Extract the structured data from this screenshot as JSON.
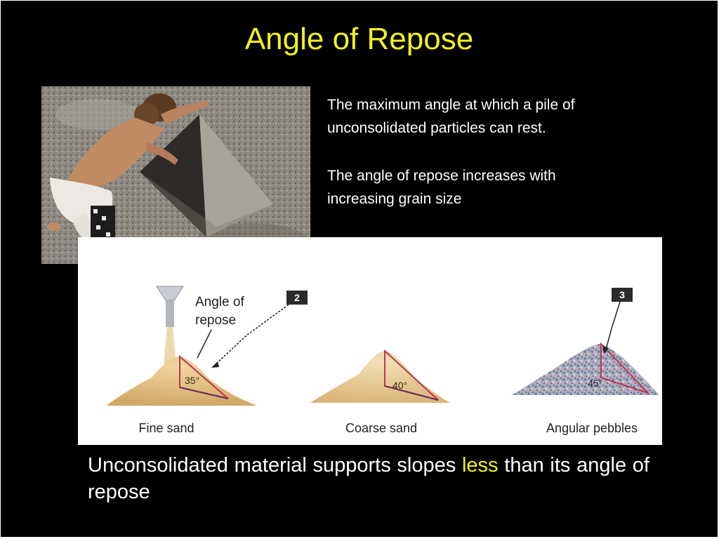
{
  "slide": {
    "title": "Angle of Repose",
    "description": {
      "line1": "The maximum angle at which a pile of",
      "line2": "unconsolidated particles can rest.",
      "line3": "The angle of repose increases with",
      "line4": "increasing grain size"
    },
    "diagram": {
      "callout_label_line1": "Angle of",
      "callout_label_line2": "repose",
      "callout_box_2": "2",
      "callout_box_3": "3",
      "piles": [
        {
          "name": "Fine sand",
          "angle": "35°"
        },
        {
          "name": "Coarse sand",
          "angle": "40°"
        },
        {
          "name": "Angular pebbles",
          "angle": "45°"
        }
      ]
    },
    "bottom": {
      "before": "Unconsolidated material supports slopes ",
      "highlight": "less",
      "after": " than its angle of repose"
    }
  },
  "colors": {
    "background": "#000000",
    "title": "#f2f21c",
    "highlight": "#f2f21c",
    "sand_fine": "#d7b06c",
    "sand_coarse": "#e2c38c",
    "pebbles": "#9aa0b4",
    "angle_line": "#c0344f"
  },
  "icons": {
    "photo": "man-shaping-sand-pyramid-photo",
    "funnel": "funnel-icon"
  }
}
